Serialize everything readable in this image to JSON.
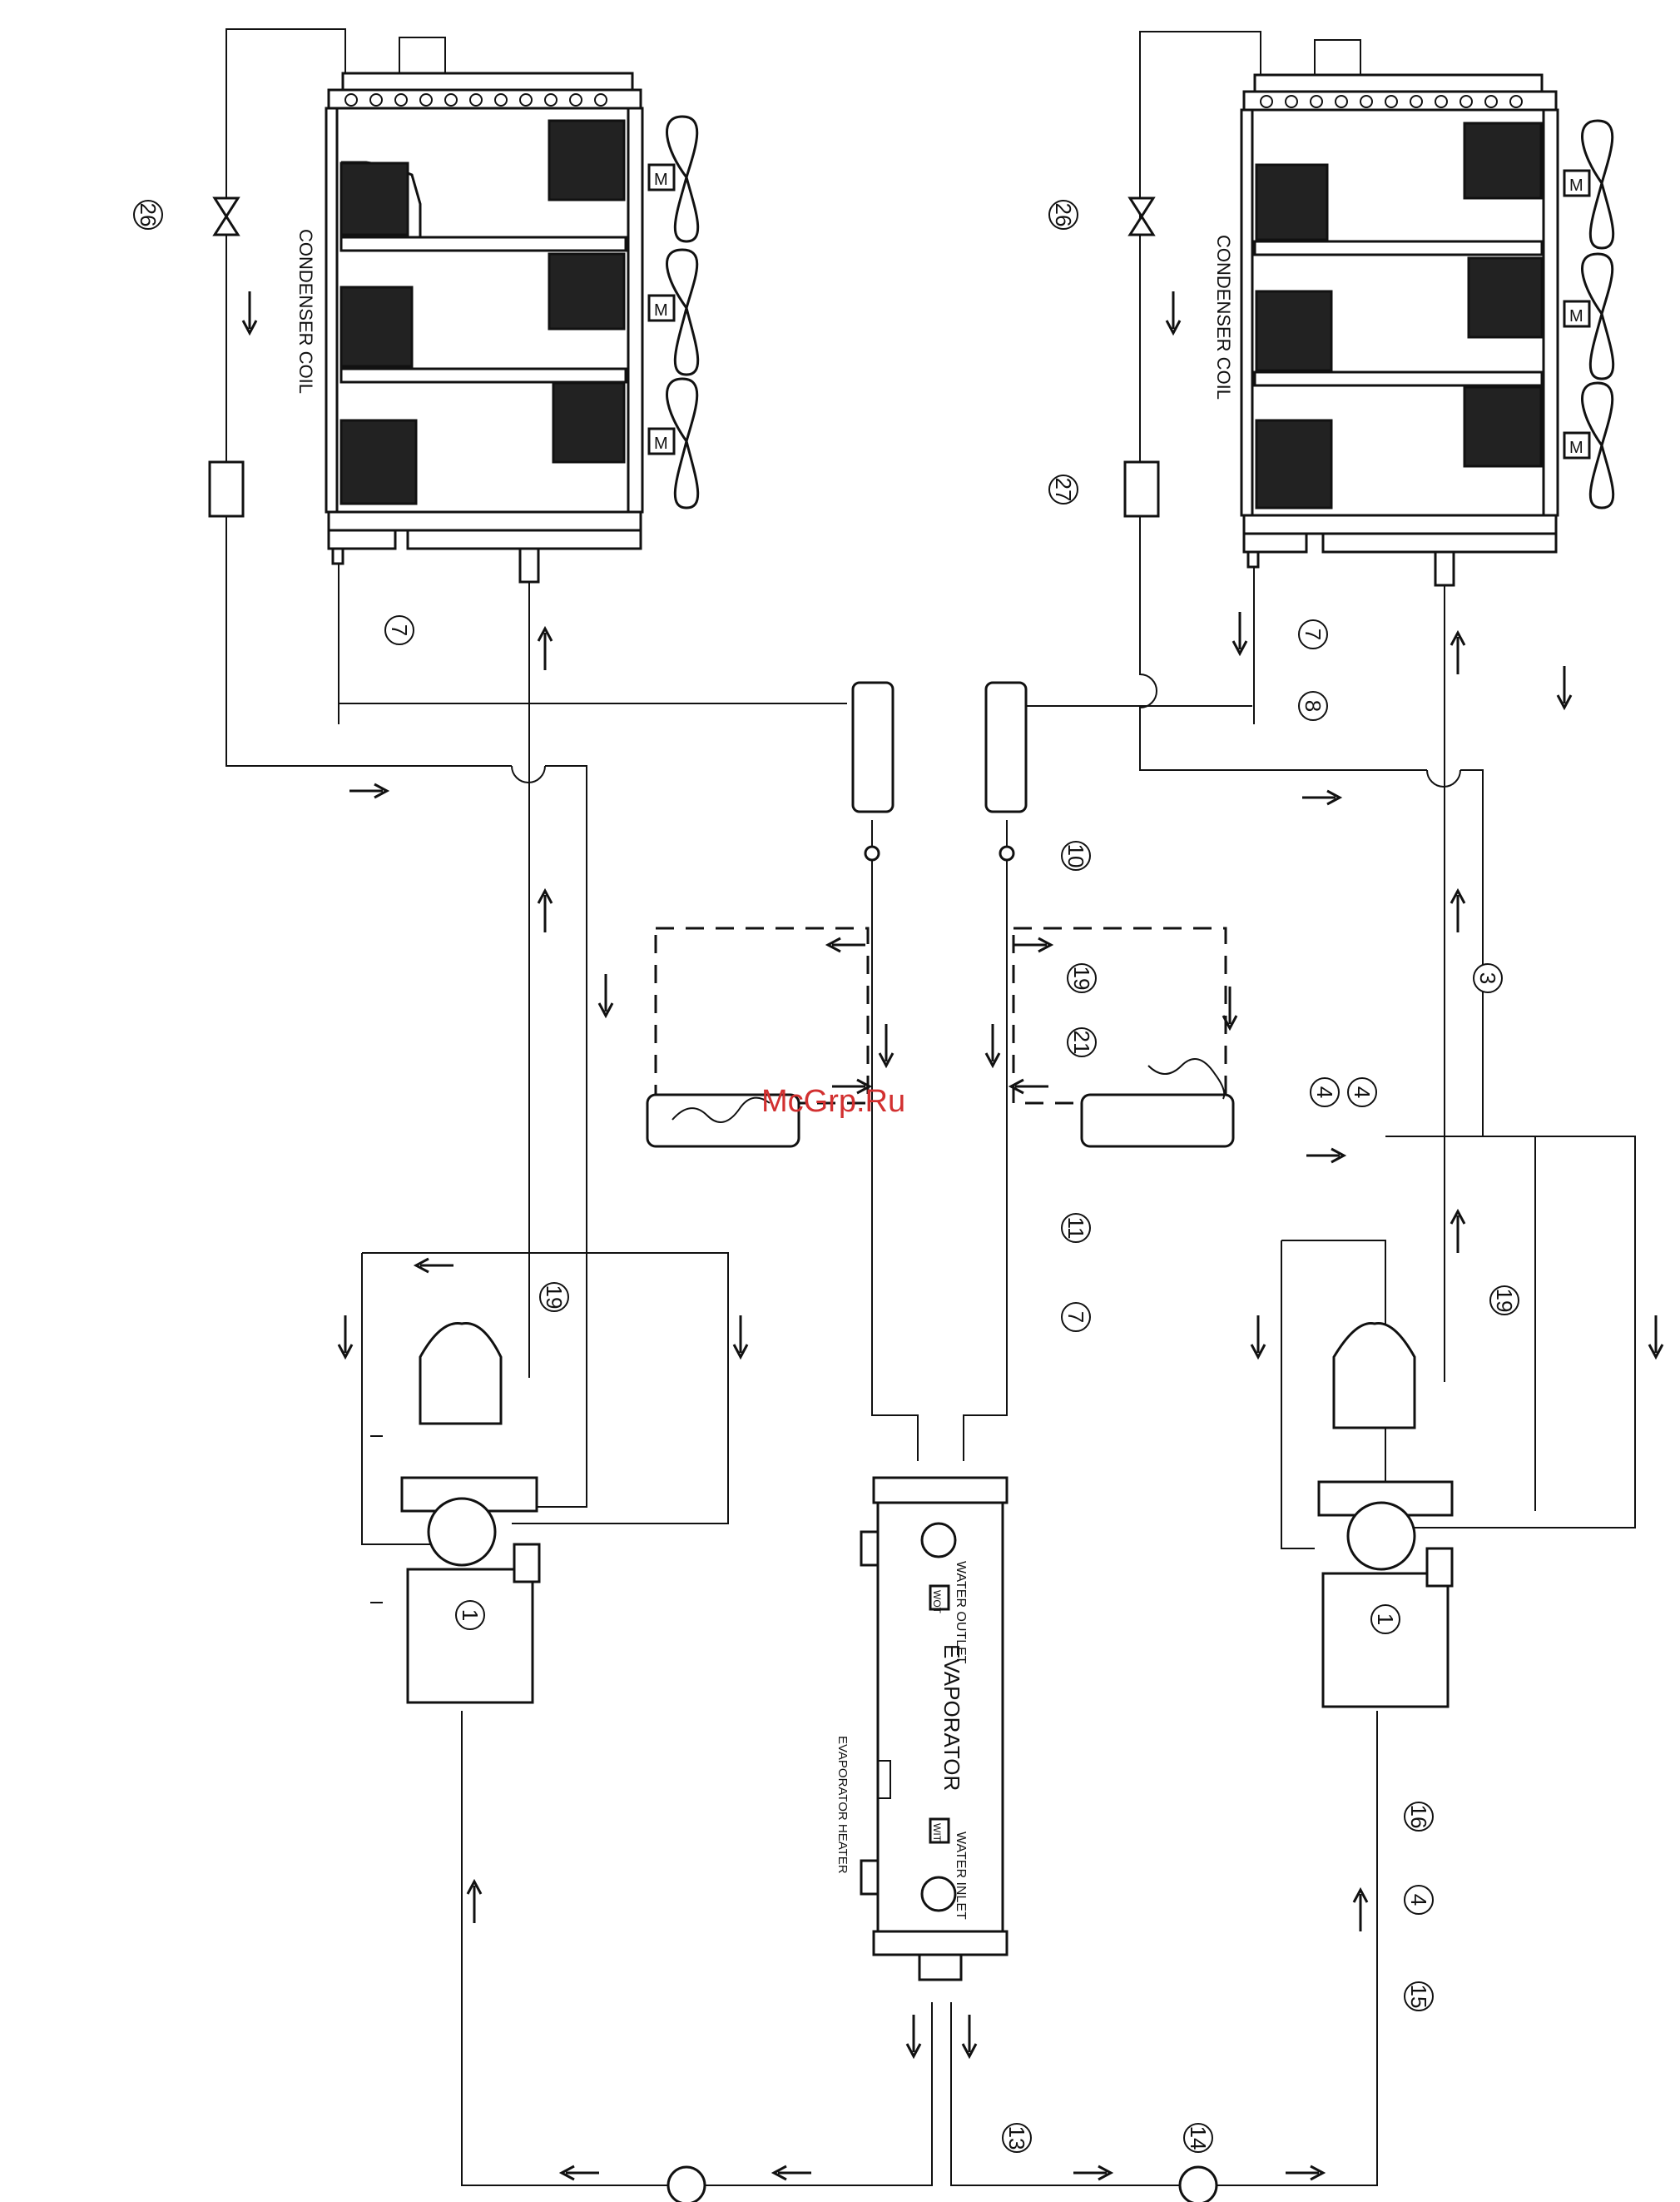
{
  "labels": {
    "condenser_coil_left": "CONDENSER COIL",
    "condenser_coil_right": "CONDENSER COIL",
    "evaporator": "EVAPORATOR",
    "evaporator_heater": "EVAPORATOR HEATER",
    "water_outlet": "WATER OUTLET",
    "water_inlet": "WATER INLET",
    "wot": "WOT",
    "wit": "WIT",
    "motor": "M",
    "watermark": "McGrp.Ru"
  },
  "callouts": [
    {
      "id": "c26-left",
      "text": "26"
    },
    {
      "id": "c7-left-top",
      "text": "7"
    },
    {
      "id": "c26-right",
      "text": "26"
    },
    {
      "id": "c27-right",
      "text": "27"
    },
    {
      "id": "c7-right-top",
      "text": "7"
    },
    {
      "id": "c8-right",
      "text": "8"
    },
    {
      "id": "c10",
      "text": "10"
    },
    {
      "id": "c19-mid",
      "text": "19"
    },
    {
      "id": "c21",
      "text": "21"
    },
    {
      "id": "c4-a",
      "text": "4"
    },
    {
      "id": "c4-b",
      "text": "4"
    },
    {
      "id": "c3",
      "text": "3"
    },
    {
      "id": "c11",
      "text": "11"
    },
    {
      "id": "c7-mid",
      "text": "7"
    },
    {
      "id": "c19-left",
      "text": "19"
    },
    {
      "id": "c19-right",
      "text": "19"
    },
    {
      "id": "c1-left",
      "text": "1"
    },
    {
      "id": "c1-right",
      "text": "1"
    },
    {
      "id": "c16",
      "text": "16"
    },
    {
      "id": "c4-low",
      "text": "4"
    },
    {
      "id": "c15",
      "text": "15"
    },
    {
      "id": "c13",
      "text": "13"
    },
    {
      "id": "c14",
      "text": "14"
    }
  ]
}
